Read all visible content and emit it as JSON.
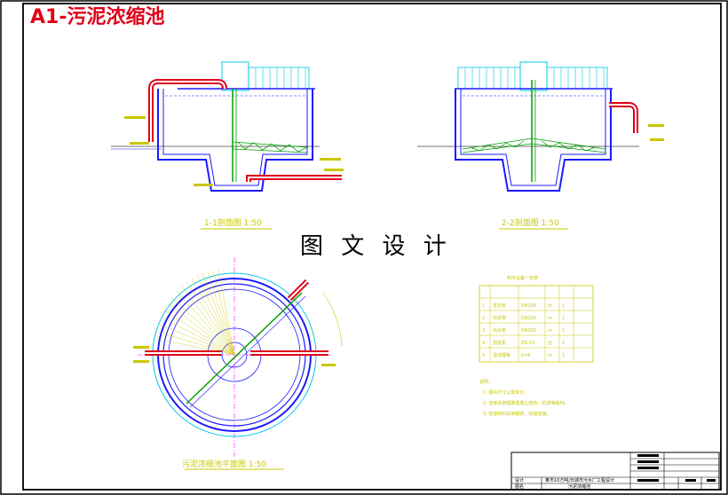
{
  "title": "A1-污泥浓缩池",
  "watermark": "图 文 设 计",
  "labels": {
    "section_1": "1-1剖面图 1:50",
    "section_2": "2-2剖面图 1:50",
    "plan": "污泥浓缩池平面图 1:50",
    "equipment_table_title": "构件设备一览表"
  },
  "equipment_table": {
    "rows": [
      {
        "no": "1",
        "name": "进泥管",
        "spec": "DN200",
        "unit": "m",
        "qty": "1"
      },
      {
        "no": "2",
        "name": "出泥管",
        "spec": "DN200",
        "unit": "m",
        "qty": "1"
      },
      {
        "no": "3",
        "name": "出水管",
        "spec": "DN200",
        "unit": "m",
        "qty": "1"
      },
      {
        "no": "4",
        "name": "刮泥机",
        "spec": "ZG-10",
        "unit": "台",
        "qty": "1"
      },
      {
        "no": "5",
        "name": "溢流堰板",
        "spec": "δ=8",
        "unit": "m",
        "qty": "1"
      }
    ]
  },
  "notes": {
    "heading": "说明：",
    "items": [
      "1. 图中尺寸以毫米计。",
      "2. 池体采用钢筋混凝土结构，抗渗等级P6。",
      "3. 管道材料采用钢管，焊接连接。"
    ]
  },
  "title_block": {
    "project": "某市10万吨/日城市污水厂工程设计",
    "drawing_name": "污泥浓缩池",
    "designer_label": "设计",
    "drawing_label": "图名"
  },
  "colors": {
    "frame": "#000000",
    "pipe_red": "#e0001a",
    "structure_blue": "#1a1aff",
    "scraper_green": "#00a000",
    "label_yellow": "#c8c800",
    "cyan": "#00c8e6",
    "magenta": "#ff00ff"
  }
}
